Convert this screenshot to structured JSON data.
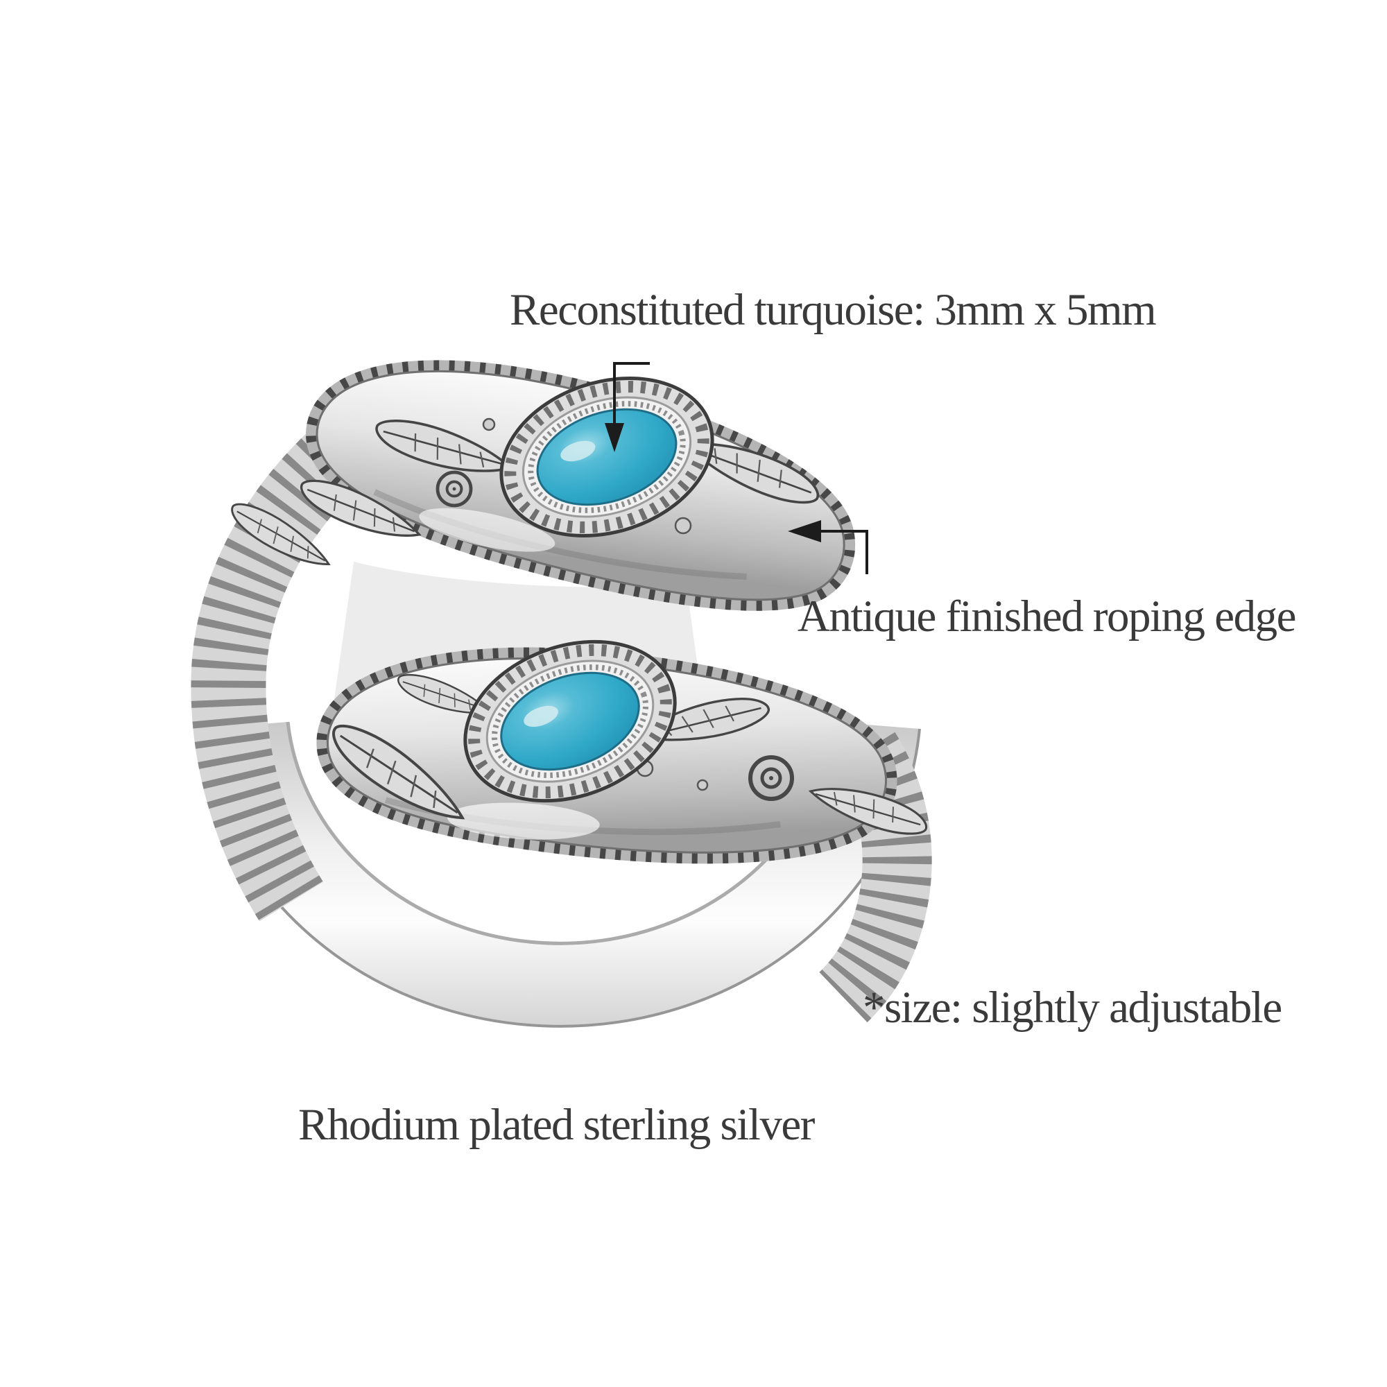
{
  "page": {
    "background": "#ffffff"
  },
  "annotations": {
    "turquoise_stone": {
      "label": "Reconstituted turquoise: 3mm x 5mm"
    },
    "roping_edge": {
      "label": "Antique finished roping edge"
    },
    "size_note": {
      "label": "*size: slightly adjustable"
    },
    "material_note": {
      "label": "Rhodium plated sterling silver"
    }
  },
  "colors": {
    "background": "#ffffff",
    "text": "#3a3a3a",
    "arrow": "#1c1c1c",
    "turquoise": "#2fa8c8",
    "turquoise_highlight": "#cdeaf0",
    "silver_light": "#f4f4f4",
    "silver_mid": "#c6c6c6",
    "silver_shadow": "#6e6e6e",
    "antique_line": "#3f3f3f"
  }
}
